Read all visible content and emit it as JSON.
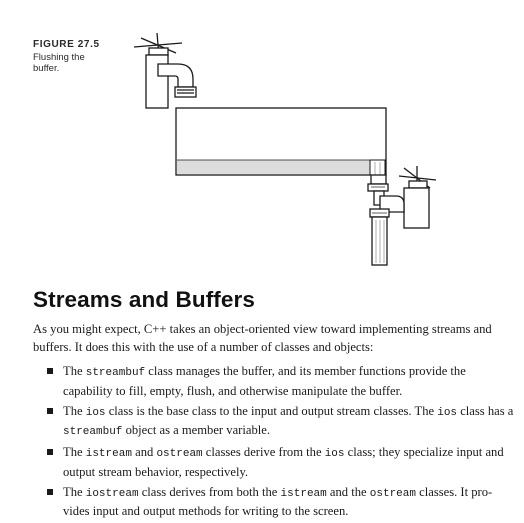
{
  "figure": {
    "label": "FIGURE 27.5",
    "caption_line1": "Flushing the",
    "caption_line2": "buffer."
  },
  "section": {
    "heading": "Streams and Buffers",
    "intro_line1": "As you might expect, C++ takes an object-oriented view toward implementing streams",
    "intro_line2": "and buffers. It does this with the use of a number of classes and objects:"
  },
  "bullets": {
    "b1": {
      "p1": "The ",
      "c1": "streambuf",
      "p2": " class manages the buffer, and its member functions provide the capability to fill, empty, flush, and otherwise manipulate the buffer."
    },
    "b2": {
      "p1": "The ",
      "c1": "ios",
      "p2": " class is the base class to the input and output stream classes. The ",
      "c2": "ios",
      "p3": " class has a ",
      "c3": "streambuf",
      "p4": " object as a member variable."
    },
    "b3": {
      "p1": "The ",
      "c1": "istream",
      "p2": " and ",
      "c2": "ostream",
      "p3": " classes derive from the ",
      "c3": "ios",
      "p4": " class; they specialize input and output stream behavior, respectively."
    },
    "b4": {
      "p1": "The ",
      "c1": "iostream",
      "p2": " class derives from both the ",
      "c2": "istream",
      "p3": " and the ",
      "c3": "ostream",
      "p4": " classes. It pro-vides input and output methods for writing to the screen."
    }
  }
}
